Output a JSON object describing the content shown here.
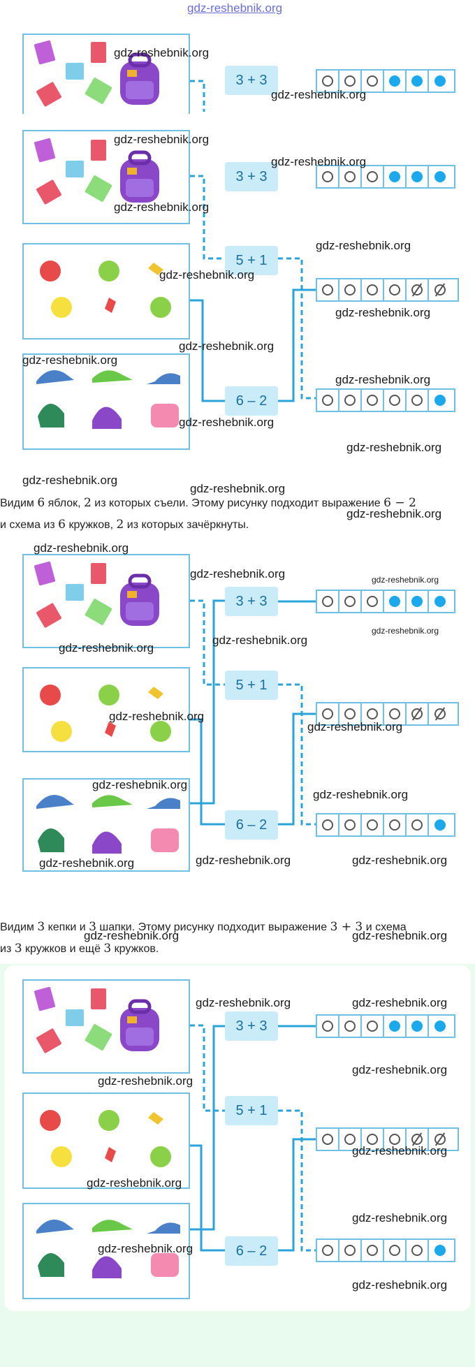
{
  "watermark": "gdz-reshebnik.org",
  "equations": {
    "e1": "3 + 3",
    "e2": "5 + 1",
    "e3": "6 – 2"
  },
  "paragraph1": {
    "t1": "Видим ",
    "n1": "6",
    "t2": " яблок, ",
    "n2": "2",
    "t3": " из которых съели. Этому рисунку подходит выражение ",
    "expr": "6 − 2",
    "t4": "и схема из ",
    "n3": "6",
    "t5": " кружков, ",
    "n4": "2",
    "t6": " из которых зачёркнуты."
  },
  "paragraph2": {
    "t1": "Видим ",
    "n1": "3",
    "t2": " кепки и ",
    "n2": "3",
    "t3": " шапки. Этому рисунку подходит выражение ",
    "expr": "3 + 3",
    "t4": " и схема",
    "t5": "из ",
    "n3": "3",
    "t6": " кружков и ещё ",
    "n4": "3",
    "t7": " кружков."
  },
  "schemes": {
    "top": [
      "empty",
      "empty",
      "empty",
      "full",
      "full",
      "full"
    ],
    "middle": [
      "empty",
      "empty",
      "empty",
      "empty",
      "crossed",
      "crossed"
    ],
    "bottom": [
      "empty",
      "empty",
      "empty",
      "empty",
      "empty",
      "full"
    ]
  },
  "icons": {
    "books": "books-icon",
    "backpack": "backpack-icon",
    "apples": "apples-icon",
    "hats": "hats-icon"
  },
  "colors": {
    "line": "#29a3d8",
    "frame": "#6ec1e4",
    "fill": "#1ba8ec",
    "bottom_bg": "#e9fbef"
  }
}
